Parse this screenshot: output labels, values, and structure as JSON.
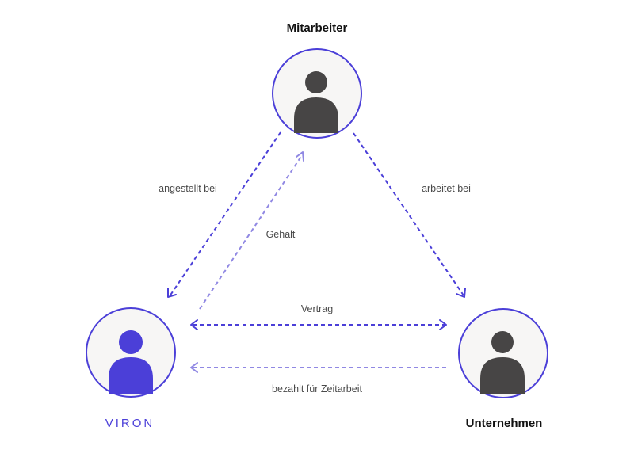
{
  "colors": {
    "accent": "#4b3fd8",
    "accent_light": "#9088e3",
    "person_gray": "#474545",
    "circle_fill": "#f7f6f5"
  },
  "nodes": {
    "mitarbeiter": {
      "label": "Mitarbeiter",
      "icon": "person-icon"
    },
    "viron": {
      "label": "VIRON",
      "icon": "person-icon"
    },
    "unternehmen": {
      "label": "Unternehmen",
      "icon": "person-icon"
    }
  },
  "edges": {
    "angestellt_bei": {
      "label": "angestellt bei",
      "from": "Mitarbeiter",
      "to": "VIRON"
    },
    "gehalt": {
      "label": "Gehalt",
      "from": "VIRON",
      "to": "Mitarbeiter"
    },
    "arbeitet_bei": {
      "label": "arbeitet bei",
      "from": "Mitarbeiter",
      "to": "Unternehmen"
    },
    "vertrag": {
      "label": "Vertrag",
      "from": "VIRON",
      "to": "Unternehmen",
      "bidirectional": true
    },
    "bezahlt": {
      "label": "bezahlt für Zeitarbeit",
      "from": "Unternehmen",
      "to": "VIRON"
    }
  }
}
